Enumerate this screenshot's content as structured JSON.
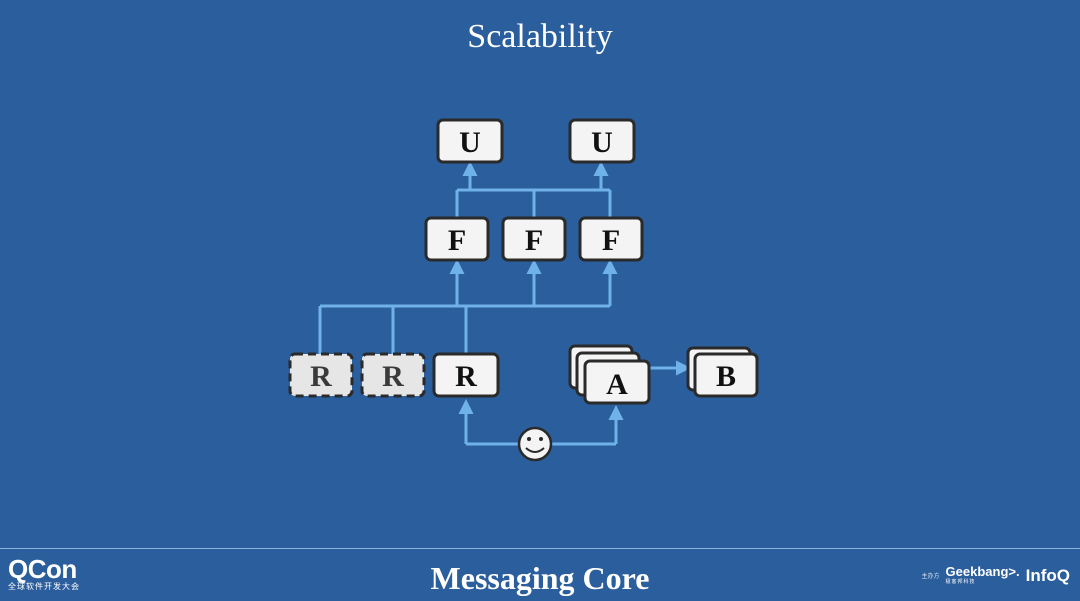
{
  "slide": {
    "title": "Scalability",
    "footer_title": "Messaging Core"
  },
  "diagram": {
    "nodes": {
      "u1": "U",
      "u2": "U",
      "f1": "F",
      "f2": "F",
      "f3": "F",
      "r1": "R",
      "r2": "R",
      "r3": "R",
      "a": "A",
      "b": "B"
    },
    "user_icon": "smiley-face-icon"
  },
  "branding": {
    "qcon_name": "QCon",
    "qcon_sub": "全球软件开发大会",
    "sponsor_label": "主办方",
    "geekbang_name": "Geekbang>.",
    "geekbang_sub": "极客邦科技",
    "infoq_name": "InfoQ"
  },
  "colors": {
    "background": "#2b5e9c",
    "connector": "#6fb2ea",
    "node_fill": "#f4f4f4",
    "node_border": "#2a2a2a"
  }
}
